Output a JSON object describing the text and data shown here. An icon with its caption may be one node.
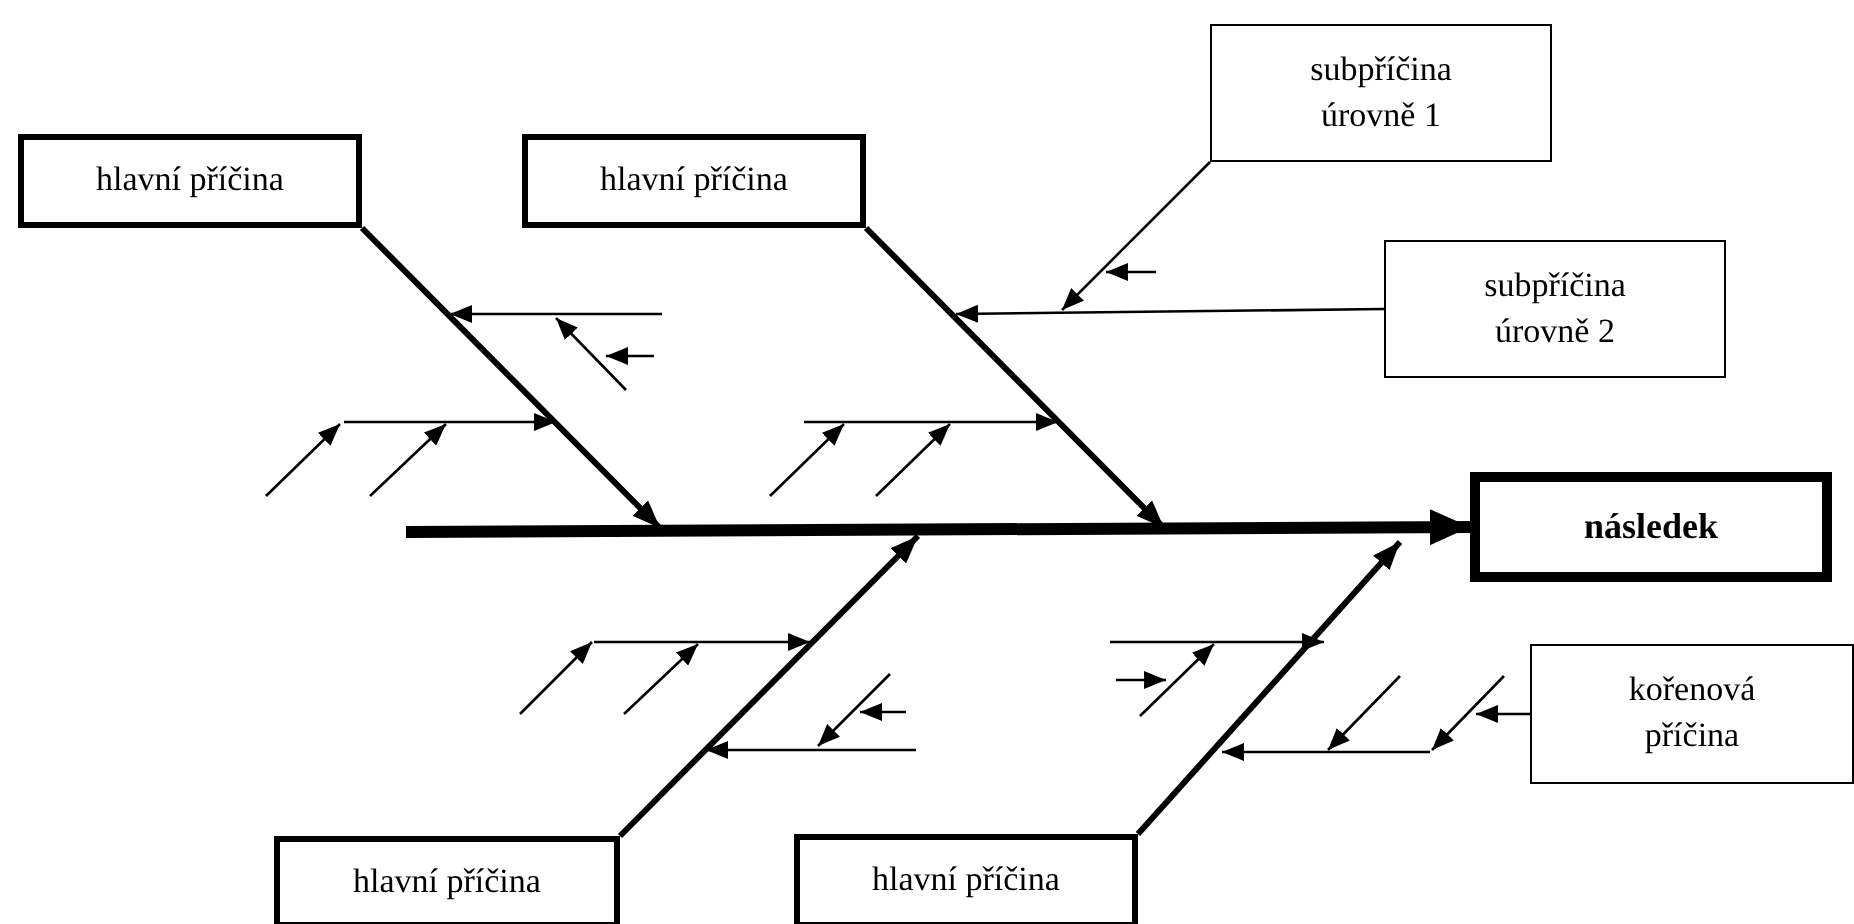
{
  "diagram": {
    "nodes": [
      {
        "text": [
          "hlavní příčina"
        ]
      },
      {
        "text": [
          "hlavní příčina"
        ]
      },
      {
        "text": [
          "subpříčina úrovně 1"
        ]
      },
      {
        "text": [
          "subpříčina úrovně 2"
        ]
      },
      {
        "text": [
          "následek"
        ]
      },
      {
        "text": [
          "hlavní příčina"
        ]
      },
      {
        "text": [
          "hlavní příčina"
        ]
      },
      {
        "text": [
          "kořenová příčina"
        ]
      }
    ],
    "edges": [
      {
        "from": 0,
        "to": null,
        "arrow": "to"
      },
      {
        "from": 1,
        "to": null,
        "arrow": "to"
      },
      {
        "from": 5,
        "to": null,
        "arrow": "to"
      },
      {
        "from": 6,
        "to": null,
        "arrow": "to"
      },
      {
        "from": null,
        "to": 4,
        "arrow": "to",
        "style": "thick"
      },
      {
        "from": 2,
        "to": null,
        "arrow": "to"
      },
      {
        "from": 3,
        "to": null,
        "arrow": "to"
      },
      {
        "from": 7,
        "to": null,
        "arrow": "to"
      }
    ]
  }
}
